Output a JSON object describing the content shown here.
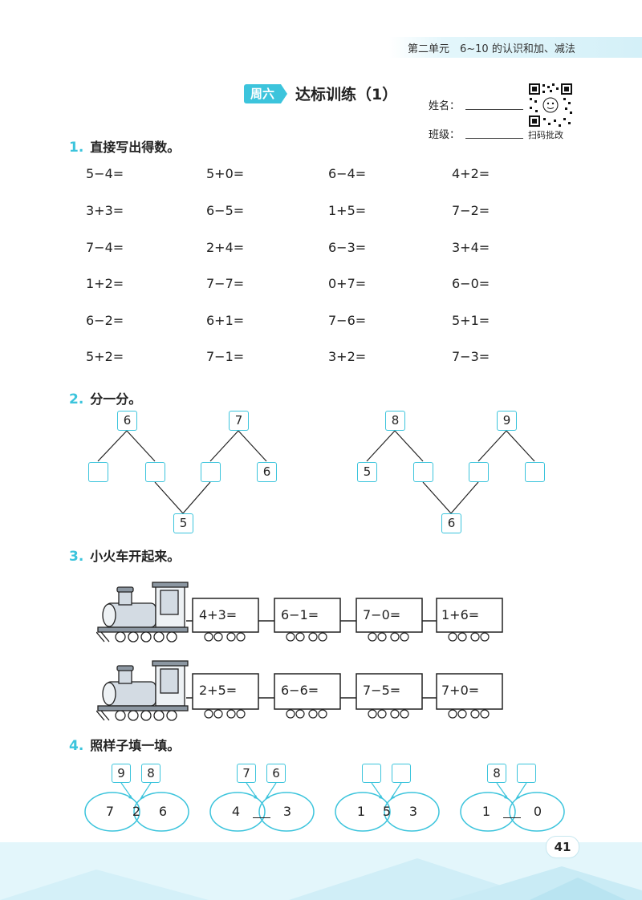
{
  "header": {
    "unit_label": "第二单元　6~10 的认识和加、减法"
  },
  "title": {
    "day_tag": "周六",
    "text": "达标训练（1）"
  },
  "student": {
    "name_label": "姓名：",
    "class_label": "班级："
  },
  "qr": {
    "caption": "扫码批改"
  },
  "colors": {
    "accent": "#3cc4dc",
    "light": "#e3f6fb"
  },
  "sections": {
    "s1": {
      "num": "1.",
      "title": "直接写出得数。"
    },
    "s2": {
      "num": "2.",
      "title": "分一分。"
    },
    "s3": {
      "num": "3.",
      "title": "小火车开起来。"
    },
    "s4": {
      "num": "4.",
      "title": "照样子填一填。"
    }
  },
  "equations": [
    [
      "5−4=",
      "5+0=",
      "6−4=",
      "4+2="
    ],
    [
      "3+3=",
      "6−5=",
      "1+5=",
      "7−2="
    ],
    [
      "7−4=",
      "2+4=",
      "6−3=",
      "3+4="
    ],
    [
      "1+2=",
      "7−7=",
      "0+7=",
      "6−0="
    ],
    [
      "6−2=",
      "6+1=",
      "7−6=",
      "5+1="
    ],
    [
      "5+2=",
      "7−1=",
      "3+2=",
      "7−3="
    ]
  ],
  "split_diagrams": [
    {
      "tops": [
        "6",
        "7"
      ],
      "bottoms": [
        "",
        "",
        "",
        "6"
      ],
      "center": "5"
    },
    {
      "tops": [
        "8",
        "9"
      ],
      "bottoms": [
        "5",
        "",
        "",
        ""
      ],
      "center": "6"
    }
  ],
  "trains": [
    [
      "4+3=",
      "6−1=",
      "7−0=",
      "1+6="
    ],
    [
      "2+5=",
      "6−6=",
      "7−5=",
      "7+0="
    ]
  ],
  "venn": [
    {
      "boxes": [
        "9",
        "8"
      ],
      "left": "7",
      "mid": "2",
      "right": "6"
    },
    {
      "boxes": [
        "7",
        "6"
      ],
      "left": "4",
      "mid": "",
      "right": "3"
    },
    {
      "boxes": [
        "",
        ""
      ],
      "left": "1",
      "mid": "5",
      "right": "3"
    },
    {
      "boxes": [
        "8",
        ""
      ],
      "left": "1",
      "mid": "",
      "right": "0"
    }
  ],
  "page_number": "41"
}
